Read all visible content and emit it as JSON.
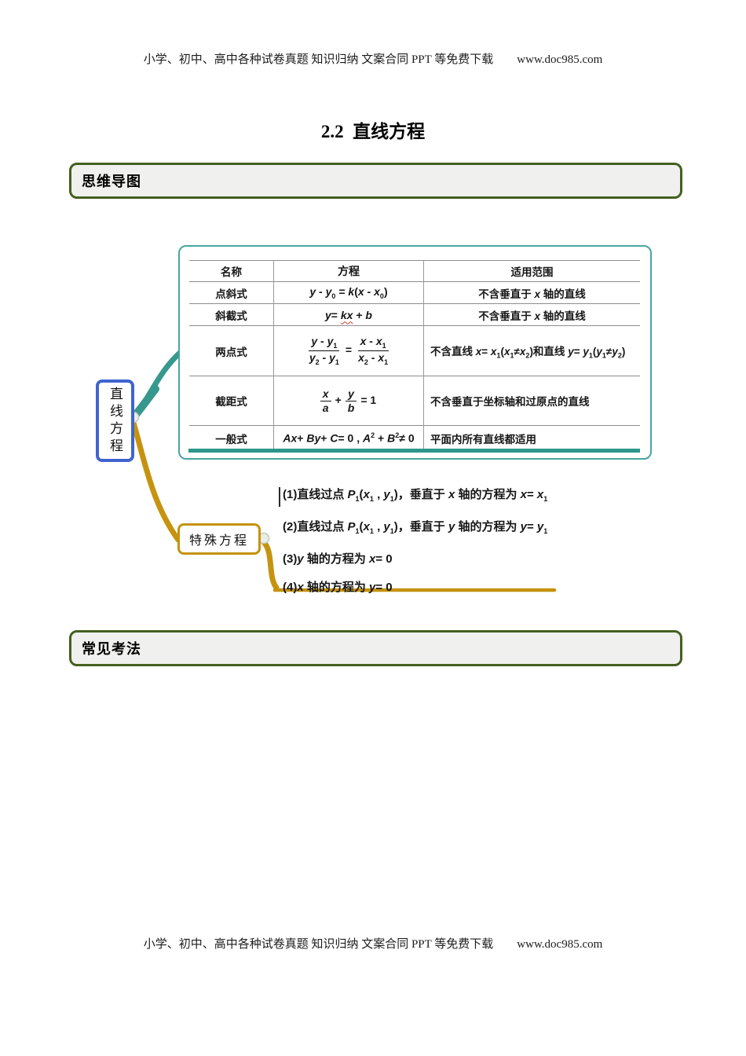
{
  "page": {
    "title": "2.2  直线方程",
    "header": {
      "text": "小学、初中、高中各种试卷真题 知识归纳 文案合同 PPT 等免费下载",
      "url": "www.doc985.com"
    },
    "footer": {
      "text": "小学、初中、高中各种试卷真题 知识归纳 文案合同 PPT 等免费下载",
      "url": "www.doc985.com"
    }
  },
  "sections": {
    "mindmap_label": "思维导图",
    "common_label": "常见考法"
  },
  "mindmap": {
    "root_label": "直线方程",
    "special_label": "特殊方程",
    "table": {
      "headers": [
        "名称",
        "方程",
        "适用范围"
      ],
      "rows": [
        {
          "name": "点斜式",
          "formula_html": "<i>y</i> - <i>y</i><sub>0</sub> = <i>k</i>(<i>x</i> - <i>x</i><sub>0</sub>)",
          "scope_html": "不含垂直于 <i>x</i> 轴的直线"
        },
        {
          "name": "斜截式",
          "formula_html": "<i>y</i>= <span class=\"sp-err\"><i>kx</i></span> + <i>b</i>",
          "scope_html": "不含垂直于 <i>x</i> 轴的直线"
        },
        {
          "name": "两点式",
          "formula_html": "<span class=\"frac\"><span class=\"num\"><i>y</i> - <i>y</i><sub>1</sub></span><span class=\"den\"><i>y</i><sub>2</sub> - <i>y</i><sub>1</sub></span></span><span class=\"eqop\">=</span><span class=\"frac\"><span class=\"num\"><i>x</i> - <i>x</i><sub>1</sub></span><span class=\"den\"><i>x</i><sub>2</sub> - <i>x</i><sub>1</sub></span></span>",
          "scope_html": "不含直线 <i>x</i>= <i>x</i><sub>1</sub>(<i>x</i><sub>1</sub>≠<i>x</i><sub>2</sub>)和直线 <i>y</i>= <i>y</i><sub>1</sub>(<i>y</i><sub>1</sub>≠<i>y</i><sub>2</sub>)"
        },
        {
          "name": "截距式",
          "formula_html": "<span class=\"frac\"><span class=\"num\"><i>x</i></span><span class=\"den\"><i>a</i></span></span><span class=\"eqop\">+</span><span class=\"frac\"><span class=\"num\"><i>y</i></span><span class=\"den\"><i>b</i></span></span><span class=\"eqop\">= 1</span>",
          "scope_html": "不含垂直于坐标轴和过原点的直线"
        },
        {
          "name": "一般式",
          "formula_html": "<i>Ax</i>+ <i>By</i>+ <i>C</i>= 0 , <i>A</i><sup>2</sup> + <i>B</i><sup>2</sup>≠ 0",
          "scope_html": "平面内所有直线都适用"
        }
      ]
    },
    "special_items": [
      "(1)直线过点 <i>P</i><sub>1</sub>(<i>x</i><sub>1</sub> , <i>y</i><sub>1</sub>)，垂直于 <i>x</i> 轴的方程为 <i>x</i>= <i>x</i><sub>1</sub>",
      "(2)直线过点 <i>P</i><sub>1</sub>(<i>x</i><sub>1</sub> , <i>y</i><sub>1</sub>)，垂直于 <i>y</i> 轴的方程为 <i>y</i>= <i>y</i><sub>1</sub>",
      "(3)<i>y</i> 轴的方程为 <i>x</i>= 0",
      "(4)<i>x</i> 轴的方程为 <i>y</i>= 0"
    ],
    "colors": {
      "teal_branch": "#37998e",
      "teal_border": "#4aa5a0",
      "teal_underline": "#2e968b",
      "gold_branch": "#c5930f",
      "blue_node_border": "#3f64cf",
      "green_banner_border": "#44601f",
      "banner_background": "#f0f0ee"
    }
  }
}
